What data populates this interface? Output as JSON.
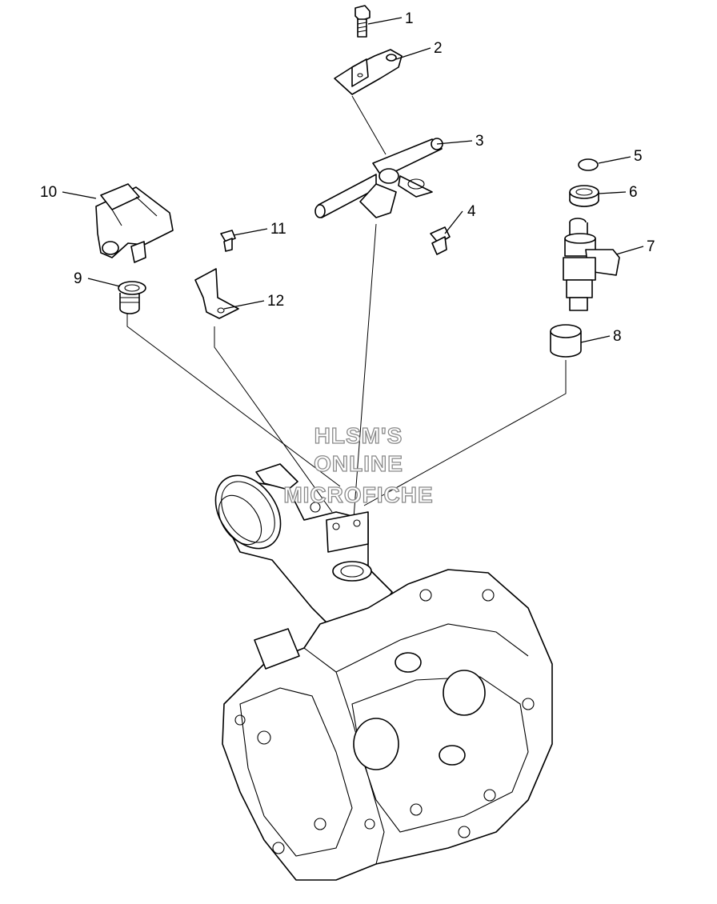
{
  "watermark": {
    "line1": "HLSM'S",
    "line2": "ONLINE",
    "line3": "MICROFICHE"
  },
  "callouts": [
    {
      "num": "1",
      "part": "bolt"
    },
    {
      "num": "2",
      "part": "bracket"
    },
    {
      "num": "3",
      "part": "fuel rail"
    },
    {
      "num": "4",
      "part": "screw"
    },
    {
      "num": "5",
      "part": "o-ring"
    },
    {
      "num": "6",
      "part": "seal"
    },
    {
      "num": "7",
      "part": "fuel injector"
    },
    {
      "num": "8",
      "part": "insulator"
    },
    {
      "num": "9",
      "part": "grommet"
    },
    {
      "num": "10",
      "part": "sensor"
    },
    {
      "num": "11",
      "part": "screw"
    },
    {
      "num": "12",
      "part": "clip bracket"
    }
  ]
}
